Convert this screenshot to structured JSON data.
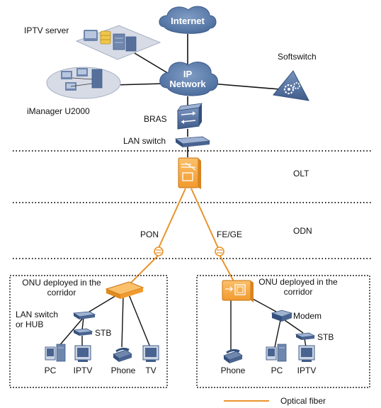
{
  "nodes": {
    "internet": "Internet",
    "ip_network_line1": "IP",
    "ip_network_line2": "Network",
    "iptv_server": "IPTV server",
    "softswitch": "Softswitch",
    "imanager": "iManager U2000",
    "bras": "BRAS",
    "lan_switch": "LAN switch"
  },
  "layers": {
    "olt": "OLT",
    "odn": "ODN"
  },
  "links": {
    "pon": "PON",
    "fe_ge": "FE/GE"
  },
  "left_box": {
    "title_line1": "ONU deployed in the",
    "title_line2": "corridor",
    "switch_line1": "LAN switch",
    "switch_line2": "or HUB",
    "stb": "STB",
    "devices": [
      "PC",
      "IPTV",
      "Phone",
      "TV"
    ]
  },
  "right_box": {
    "title_line1": "ONU deployed in the",
    "title_line2": "corridor",
    "modem": "Modem",
    "stb": "STB",
    "devices": [
      "Phone",
      "PC",
      "IPTV"
    ]
  },
  "legend": {
    "optical_fiber": "Optical fiber"
  },
  "colors": {
    "fiber": "#e8932c",
    "device_blue": "#4a6491",
    "onu_orange": "#f4a340",
    "cloud_blue": "#5577a6"
  }
}
